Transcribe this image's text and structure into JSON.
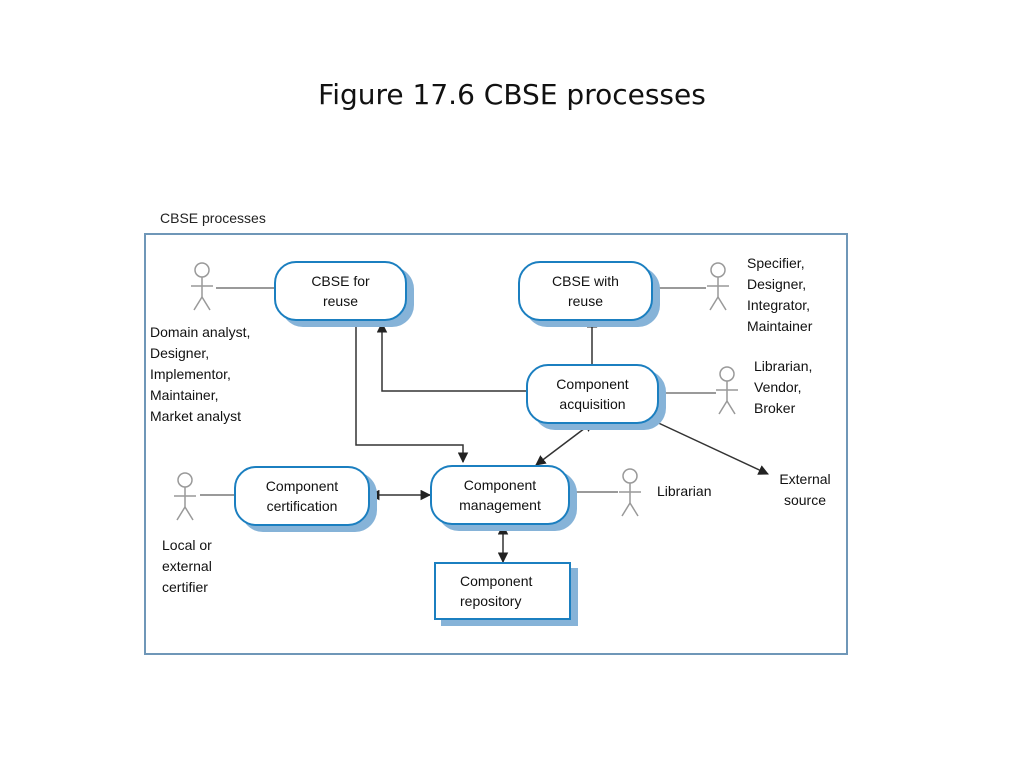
{
  "title": "Figure 17.6  CBSE processes",
  "diagram": {
    "frame_label": "CBSE processes",
    "processes": {
      "cbse_for_reuse": "CBSE for\nreuse",
      "cbse_with_reuse": "CBSE with\nreuse",
      "component_acquisition": "Component\nacquisition",
      "component_certification": "Component\ncertification",
      "component_management": "Component\nmanagement",
      "component_repository": "Component\nrepository"
    },
    "roles": {
      "for_reuse_actors": "Domain analyst,\nDesigner,\nImplementor,\nMaintainer,\nMarket analyst",
      "with_reuse_actors": "Specifier,\nDesigner,\nIntegrator,\nMaintainer",
      "acquisition_actors": "Librarian,\nVendor,\nBroker",
      "management_actor": "Librarian",
      "certification_actor": "Local or\nexternal\ncertifier",
      "external_source": "External\nsource"
    },
    "colors": {
      "border": "#1b7fc0",
      "shadow": "#86b3d8",
      "frame": "#6f97b8",
      "lines": "#333333",
      "actor": "#999999"
    },
    "icons": [
      "actor-icon"
    ]
  }
}
